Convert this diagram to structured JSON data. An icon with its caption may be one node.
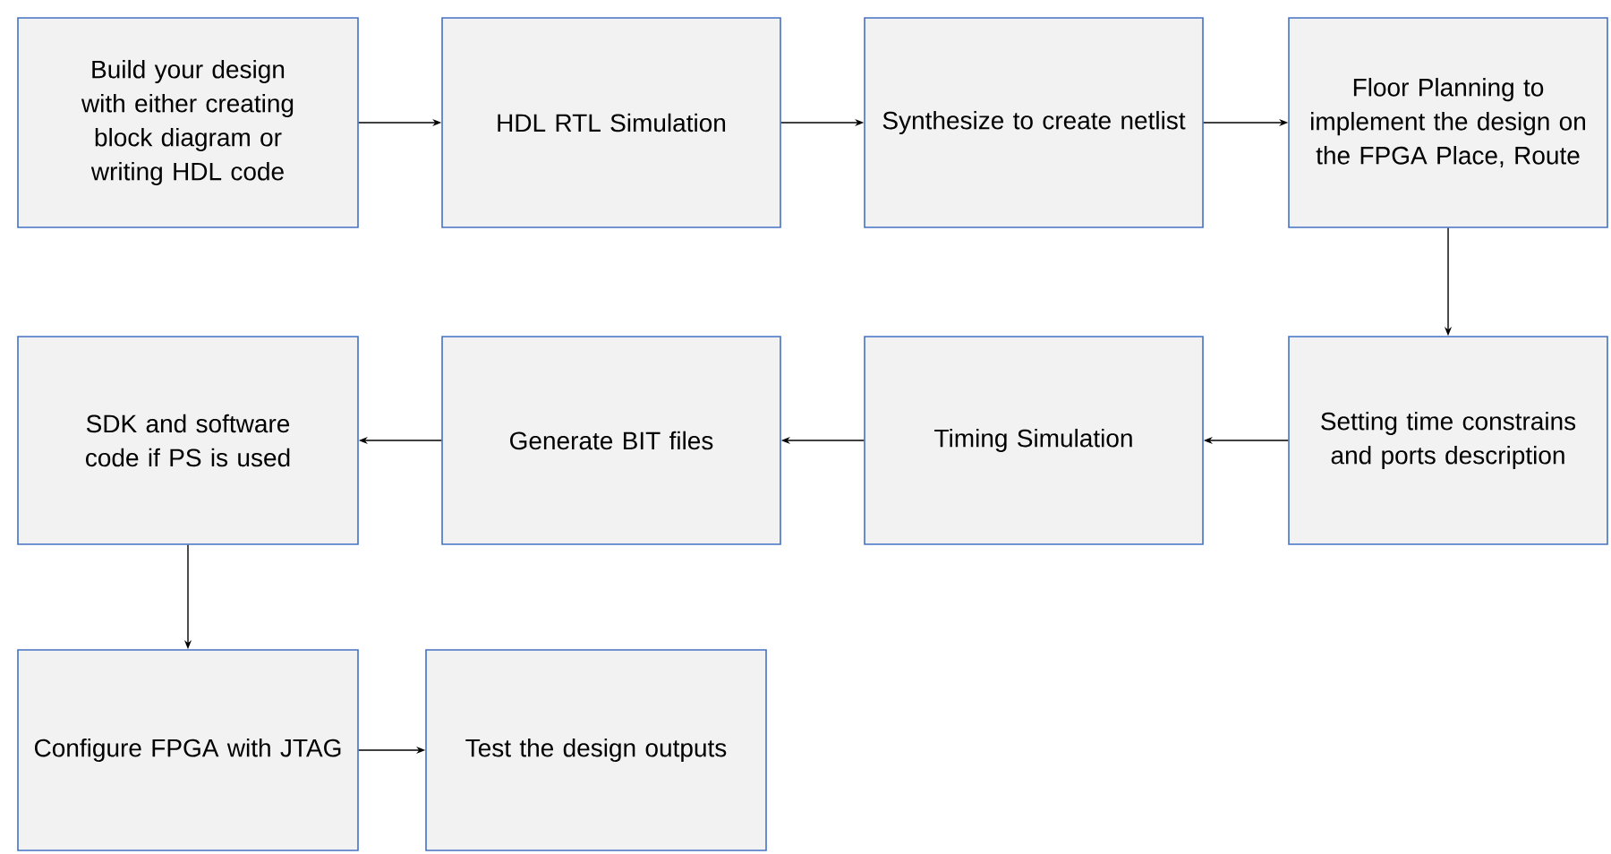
{
  "diagram": {
    "nodes": [
      {
        "text": [
          "Build your design with either creating block diagram or writing HDL code"
        ]
      },
      {
        "text": [
          "HDL RTL Simulation"
        ]
      },
      {
        "text": [
          "Synthesize to create netlist"
        ]
      },
      {
        "text": [
          "Floor Planning to implement the design on the FPGA Place, Route"
        ]
      },
      {
        "text": [
          "Setting time constrains and ports description"
        ]
      },
      {
        "text": [
          "Timing Simulation"
        ]
      },
      {
        "text": [
          "Generate BIT files"
        ]
      },
      {
        "text": [
          "SDK and software code if PS is used"
        ]
      },
      {
        "text": [
          "Configure FPGA with JTAG"
        ]
      },
      {
        "text": [
          "Test the design outputs"
        ]
      }
    ],
    "edges": [
      {
        "from": 0,
        "to": 1,
        "arrow": "to"
      },
      {
        "from": 1,
        "to": 2,
        "arrow": "to"
      },
      {
        "from": 2,
        "to": 3,
        "arrow": "to"
      },
      {
        "from": 3,
        "to": 4,
        "arrow": "to"
      },
      {
        "from": 4,
        "to": 5,
        "arrow": "to"
      },
      {
        "from": 5,
        "to": 6,
        "arrow": "to"
      },
      {
        "from": 6,
        "to": 7,
        "arrow": "to"
      },
      {
        "from": 7,
        "to": 8,
        "arrow": "to"
      },
      {
        "from": 8,
        "to": 9,
        "arrow": "to"
      }
    ]
  }
}
